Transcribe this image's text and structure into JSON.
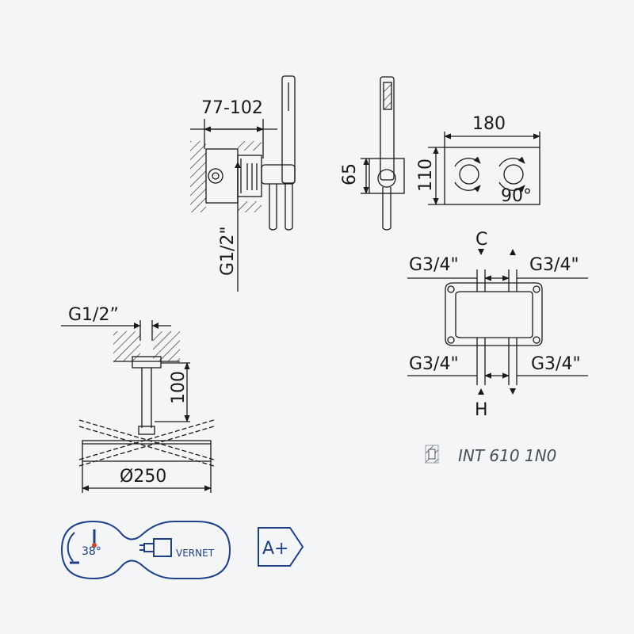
{
  "dimensions": {
    "mixer_depth": "77-102",
    "mixer_inlet": "G1/2\"",
    "side_height": "65",
    "plate_width": "180",
    "plate_height": "110",
    "rotation": "90°",
    "inlet_cold": "C",
    "inlet_hot": "H",
    "thread_top_left": "G3/4\"",
    "thread_top_right": "G3/4\"",
    "thread_bottom_left": "G3/4\"",
    "thread_bottom_right": "G3/4\"",
    "shower_inlet": "G1/2”",
    "arm_length": "100",
    "head_diameter": "Ø250"
  },
  "product_code": "INT 610 1N0",
  "badges": {
    "temperature": "38°",
    "valve": "VERNET",
    "energy_class": "A+"
  },
  "colors": {
    "line": "#1a1a1a",
    "badge": "#1f3f8a",
    "background": "#f3f5f6"
  }
}
